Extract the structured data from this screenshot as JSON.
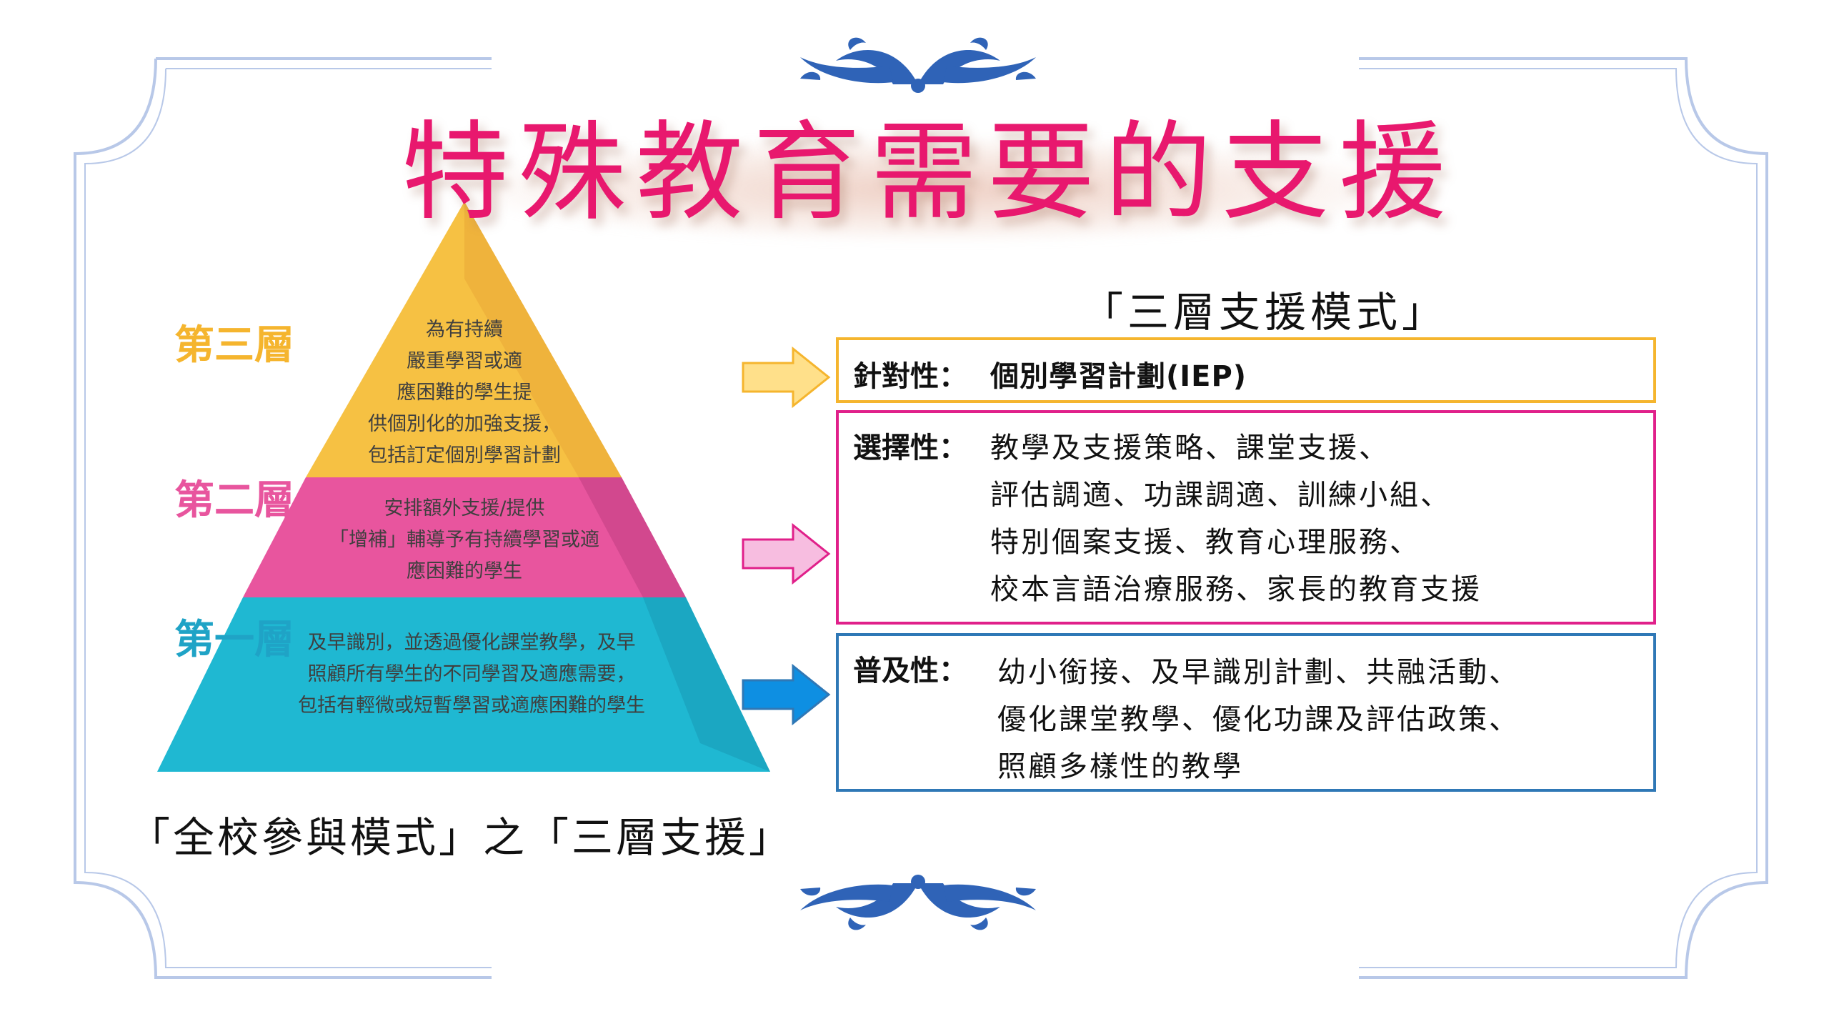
{
  "title": "特殊教育需要的支援",
  "colors": {
    "tier3": "#f6c143",
    "tier2": "#e8559e",
    "tier1": "#1fb8d2",
    "title": "#e8186e",
    "border_yellow": "#f5b52e",
    "border_pink": "#e0208a",
    "border_blue": "#2f78b6",
    "frame": "#b8c8e8",
    "ornament": "#2f63b7"
  },
  "pyramid": {
    "tier3": {
      "label": "第三層",
      "lines": [
        "為有持續",
        "嚴重學習或適",
        "應困難的學生提",
        "供個別化的加強支援，",
        "包括訂定個別學習計劃"
      ]
    },
    "tier2": {
      "label": "第二層",
      "lines": [
        "安排額外支援/提供",
        "「增補」輔導予有持續學習或適",
        "應困難的學生"
      ]
    },
    "tier1": {
      "label": "第一層",
      "lines": [
        "及早識別，並透過優化課堂教學，及早",
        "照顧所有學生的不同學習及適應需要，",
        "包括有輕微或短暫學習或適應困難的學生"
      ]
    }
  },
  "caption": "「全校參與模式」之「三層支援」",
  "model_title": "「三層支援模式」",
  "boxes": {
    "targeted": {
      "label": "針對性：",
      "lines": [
        "個別學習計劃(IEP)"
      ]
    },
    "selective": {
      "label": "選擇性：",
      "lines": [
        "教學及支援策略、課堂支援、",
        "評估調適、功課調適、訓練小組、",
        "特別個案支援、教育心理服務、",
        "校本言語治療服務、家長的教育支援"
      ]
    },
    "universal": {
      "label": "普及性：",
      "lines": [
        "幼小銜接、及早識別計劃、共融活動、",
        "優化課堂教學、優化功課及評估政策、",
        "照顧多樣性的教學"
      ]
    }
  },
  "icons": [
    "ornament-top-icon",
    "ornament-bottom-icon",
    "arrow-right-icon"
  ]
}
